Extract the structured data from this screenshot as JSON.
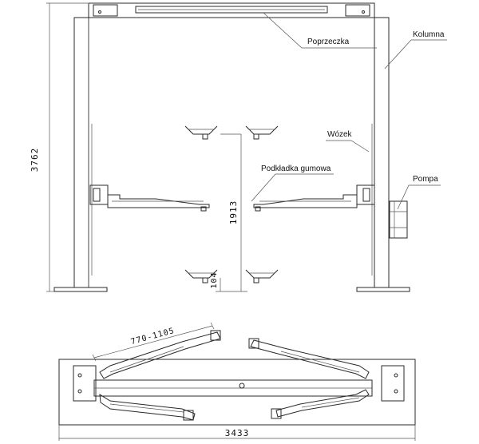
{
  "labels": {
    "crossbar": "Poprzeczka",
    "column": "Kolumna",
    "carriage": "Wózek",
    "rubber_pad": "Podkładka gumowa",
    "pump": "Pompa"
  },
  "dimensions": {
    "overall_height": "3762",
    "lift_height": "1913",
    "min_height": "104",
    "arm_range": "770-1105",
    "overall_width": "3433"
  }
}
